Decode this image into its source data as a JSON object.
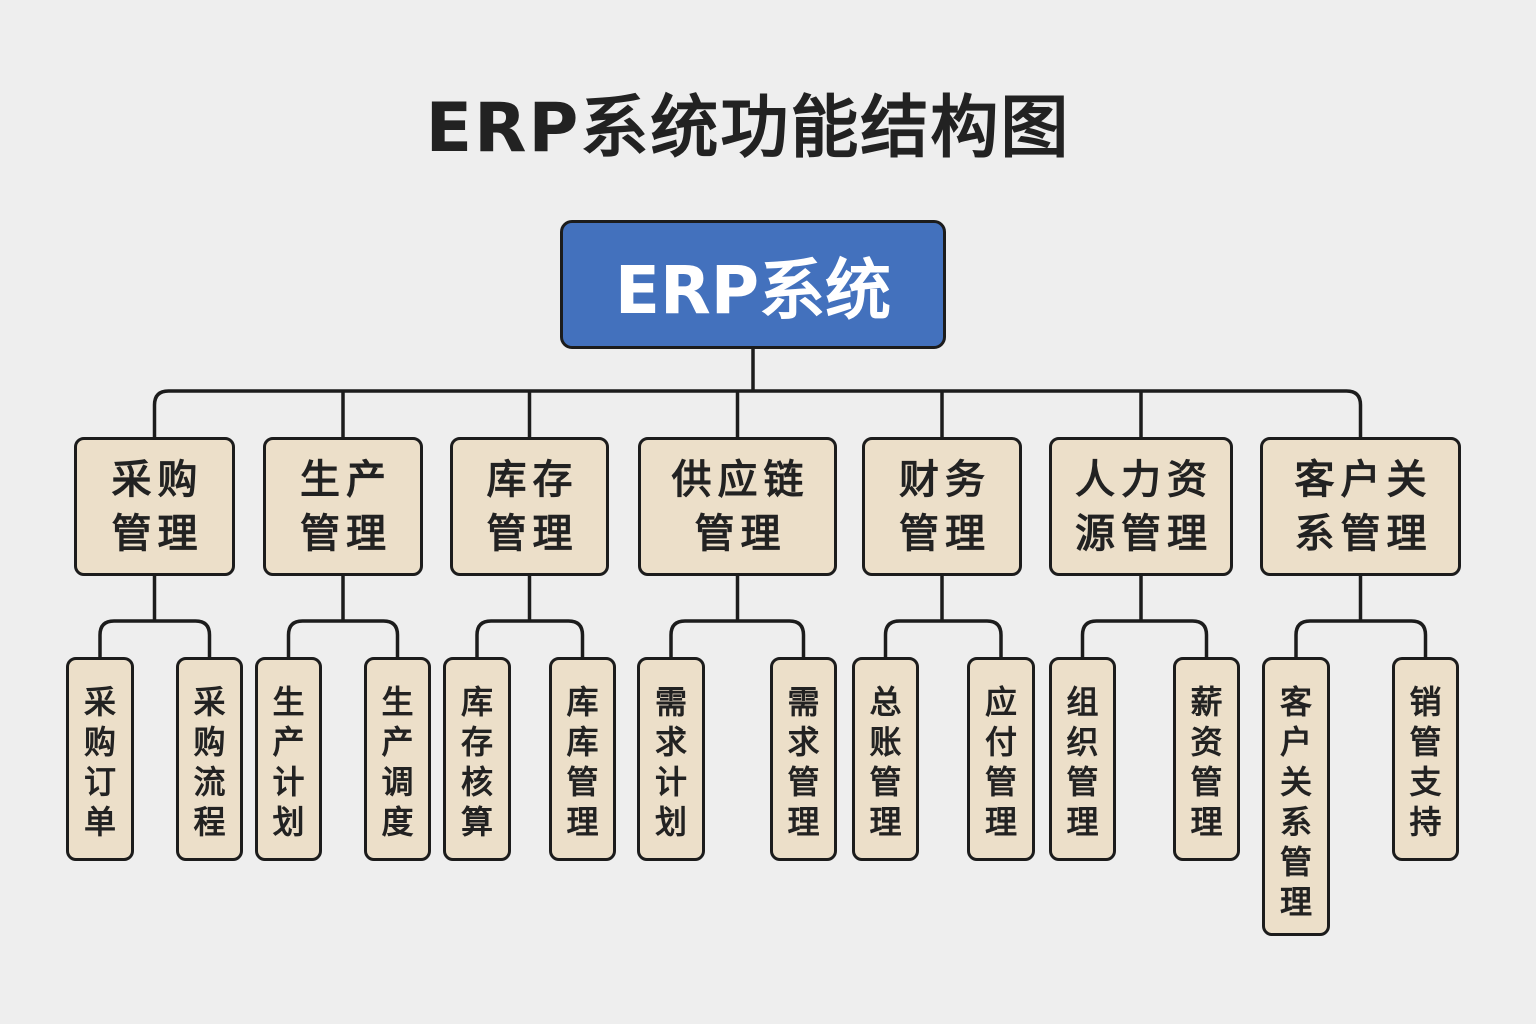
{
  "title": "ERP系统功能结构图",
  "colors": {
    "background": "#eeeeee",
    "root_fill": "#4371bd",
    "node_fill": "#ecdfc9",
    "stroke": "#1c1c1c",
    "text": "#222222"
  },
  "root": {
    "label": "ERP系统"
  },
  "modules": [
    {
      "lines": [
        "采购",
        "管理"
      ],
      "children": [
        "采购订单",
        "采购流程"
      ]
    },
    {
      "lines": [
        "生产",
        "管理"
      ],
      "children": [
        "生产计划",
        "生产调度"
      ]
    },
    {
      "lines": [
        "库存",
        "管理"
      ],
      "children": [
        "库存核算",
        "库库管理"
      ]
    },
    {
      "lines": [
        "供应链",
        "管理"
      ],
      "children": [
        "需求计划",
        "需求管理"
      ]
    },
    {
      "lines": [
        "财务",
        "管理"
      ],
      "children": [
        "总账管理",
        "应付管理"
      ]
    },
    {
      "lines": [
        "人力资",
        "源管理"
      ],
      "children": [
        "组织管理",
        "薪资管理"
      ]
    },
    {
      "lines": [
        "客户关",
        "系管理"
      ],
      "children": [
        "客户关系管理",
        "销管支持"
      ]
    }
  ]
}
